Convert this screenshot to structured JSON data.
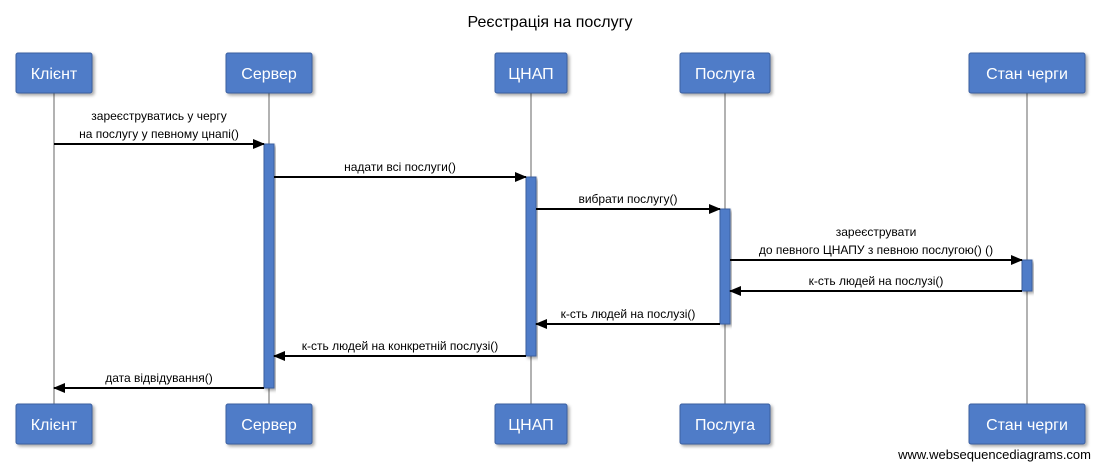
{
  "diagram": {
    "title": "Реєстрація на послугу",
    "watermark": "www.websequencediagrams.com",
    "colors": {
      "actor_fill": "#4f7bc8",
      "actor_stroke": "#3a5fa0",
      "activation_fill": "#4f7bc8",
      "lifeline": "#999999",
      "arrow": "#000000"
    },
    "actors": [
      {
        "id": "client",
        "label": "Клієнт"
      },
      {
        "id": "server",
        "label": "Сервер"
      },
      {
        "id": "cnap",
        "label": "ЦНАП"
      },
      {
        "id": "service",
        "label": "Послуга"
      },
      {
        "id": "queue",
        "label": "Стан черги"
      }
    ],
    "messages": [
      {
        "from": "client",
        "to": "server",
        "lines": [
          "зареєструватись у чергу",
          "на послугу у певному цнапі()"
        ]
      },
      {
        "from": "server",
        "to": "cnap",
        "lines": [
          "надати всі послуги()"
        ]
      },
      {
        "from": "cnap",
        "to": "service",
        "lines": [
          "вибрати послугу()"
        ]
      },
      {
        "from": "service",
        "to": "queue",
        "lines": [
          "зареєструвати",
          "до певного ЦНАПУ з певною послугою() ()"
        ]
      },
      {
        "from": "queue",
        "to": "service",
        "lines": [
          "к-сть людей на послузі()"
        ]
      },
      {
        "from": "service",
        "to": "cnap",
        "lines": [
          "к-сть людей на послузі()"
        ]
      },
      {
        "from": "cnap",
        "to": "server",
        "lines": [
          "к-сть людей на конкретній послузі()"
        ]
      },
      {
        "from": "server",
        "to": "client",
        "lines": [
          "дата відвідування()"
        ]
      }
    ]
  }
}
